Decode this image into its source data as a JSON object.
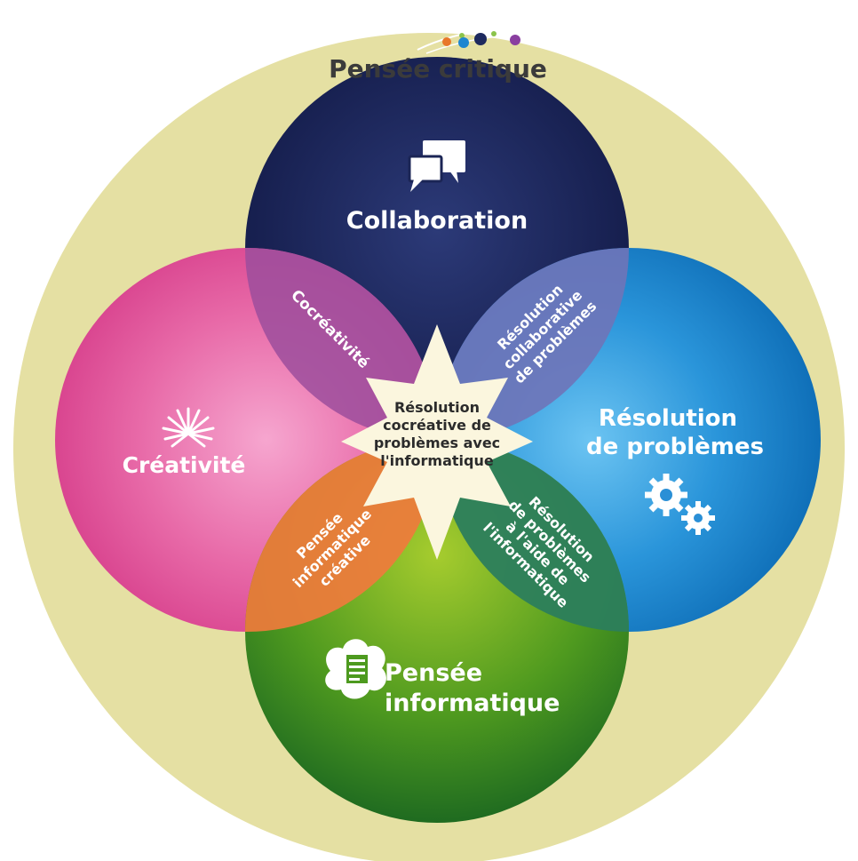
{
  "outer_label": "Pensée critique",
  "circles": {
    "collaboration": "Collaboration",
    "creativite": "Créativité",
    "resolution": [
      "Résolution",
      "de problèmes"
    ],
    "pensee_info": [
      "Pensée",
      "informatique"
    ]
  },
  "overlaps": {
    "cocreativite": "Cocréativité",
    "resolution_collab": [
      "Résolution",
      "collaborative",
      "de problèmes"
    ],
    "pensee_info_creative": [
      "Pensée",
      "informatique",
      "créative"
    ],
    "resolution_info": [
      "Résolution",
      "de problèmes",
      "à l'aide de",
      "l'informatique"
    ]
  },
  "center": [
    "Résolution",
    "cocréative de",
    "problèmes avec",
    "l'informatique"
  ],
  "colors": {
    "outer": "#e5e0a3",
    "collaboration": "#1e2a5e",
    "creativite": "#e0559a",
    "resolution": "#1f86d0",
    "pensee_info": "#5a9a1c",
    "center_star": "#fbf6de"
  },
  "icons": {
    "collaboration": "speech-bubbles-icon",
    "creativite": "starburst-icon",
    "resolution": "gears-icon",
    "pensee_info": "brain-document-icon"
  }
}
